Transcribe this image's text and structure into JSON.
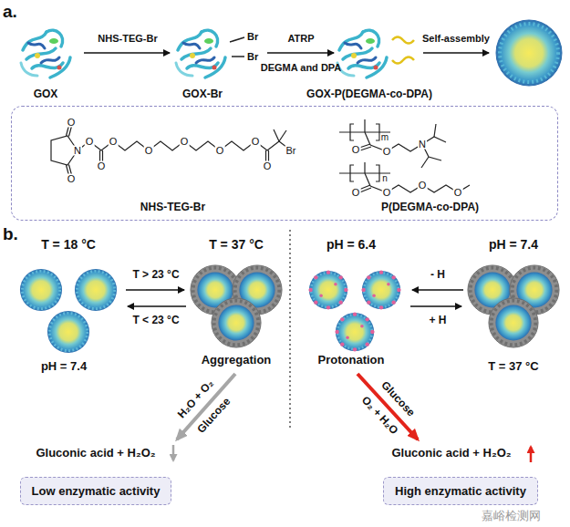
{
  "diagram": {
    "nodes": [
      {
        "text": [
          "NHS-TEG-Br",
          "P(DEGMA-co-DPA)"
        ]
      },
      {
        "text": [
          "Low enzymatic activity"
        ]
      },
      {
        "text": [
          "High enzymatic activity"
        ]
      }
    ],
    "labels": [
      "a.",
      "NHS-TEG-Br",
      "ATRP",
      "DEGMA and DPA",
      "Self-assembly",
      "Br",
      "Br",
      "GOX",
      "GOX-Br",
      "GOX-P(DEGMA-co-DPA)",
      "O",
      "O",
      "N",
      "O",
      "O",
      "O",
      "O",
      "O",
      "O",
      "O",
      "O",
      "Br",
      "m",
      "O",
      "O",
      "N",
      "n",
      "O",
      "O",
      "O",
      "O",
      "b.",
      "T = 18 °C",
      "T = 37 °C",
      "T > 23 °C",
      "T < 23 °C",
      "pH = 7.4",
      "Aggregation",
      "Glucose",
      "H₂O + O₂",
      "Gluconic acid + H₂O₂",
      "pH = 6.4",
      "pH = 7.4",
      "- H",
      "+ H",
      "Protonation",
      "T = 37 °C",
      "Glucose",
      "O₂ + H₂O",
      "Gluconic acid + H₂O₂",
      "嘉峪检测网"
    ]
  }
}
